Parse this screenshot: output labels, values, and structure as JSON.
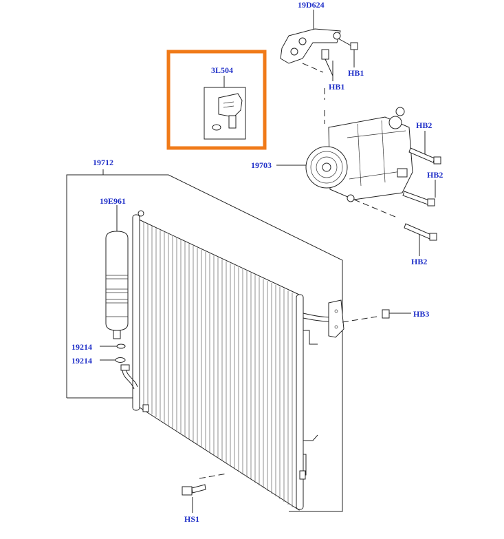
{
  "diagram": {
    "callouts": {
      "bracket": "19D624",
      "sensor": "3L504",
      "hb1_a": "HB1",
      "hb1_b": "HB1",
      "hb2_a": "HB2",
      "hb2_b": "HB2",
      "hb2_c": "HB2",
      "compressor": "19703",
      "condenser": "19712",
      "receiver_drier": "19E961",
      "hb3": "HB3",
      "oring_a": "19214",
      "oring_b": "19214",
      "hs1": "HS1"
    },
    "colors": {
      "callout_text": "#2030c8",
      "highlight_box": "#f07a18",
      "line_art": "#222222"
    }
  }
}
